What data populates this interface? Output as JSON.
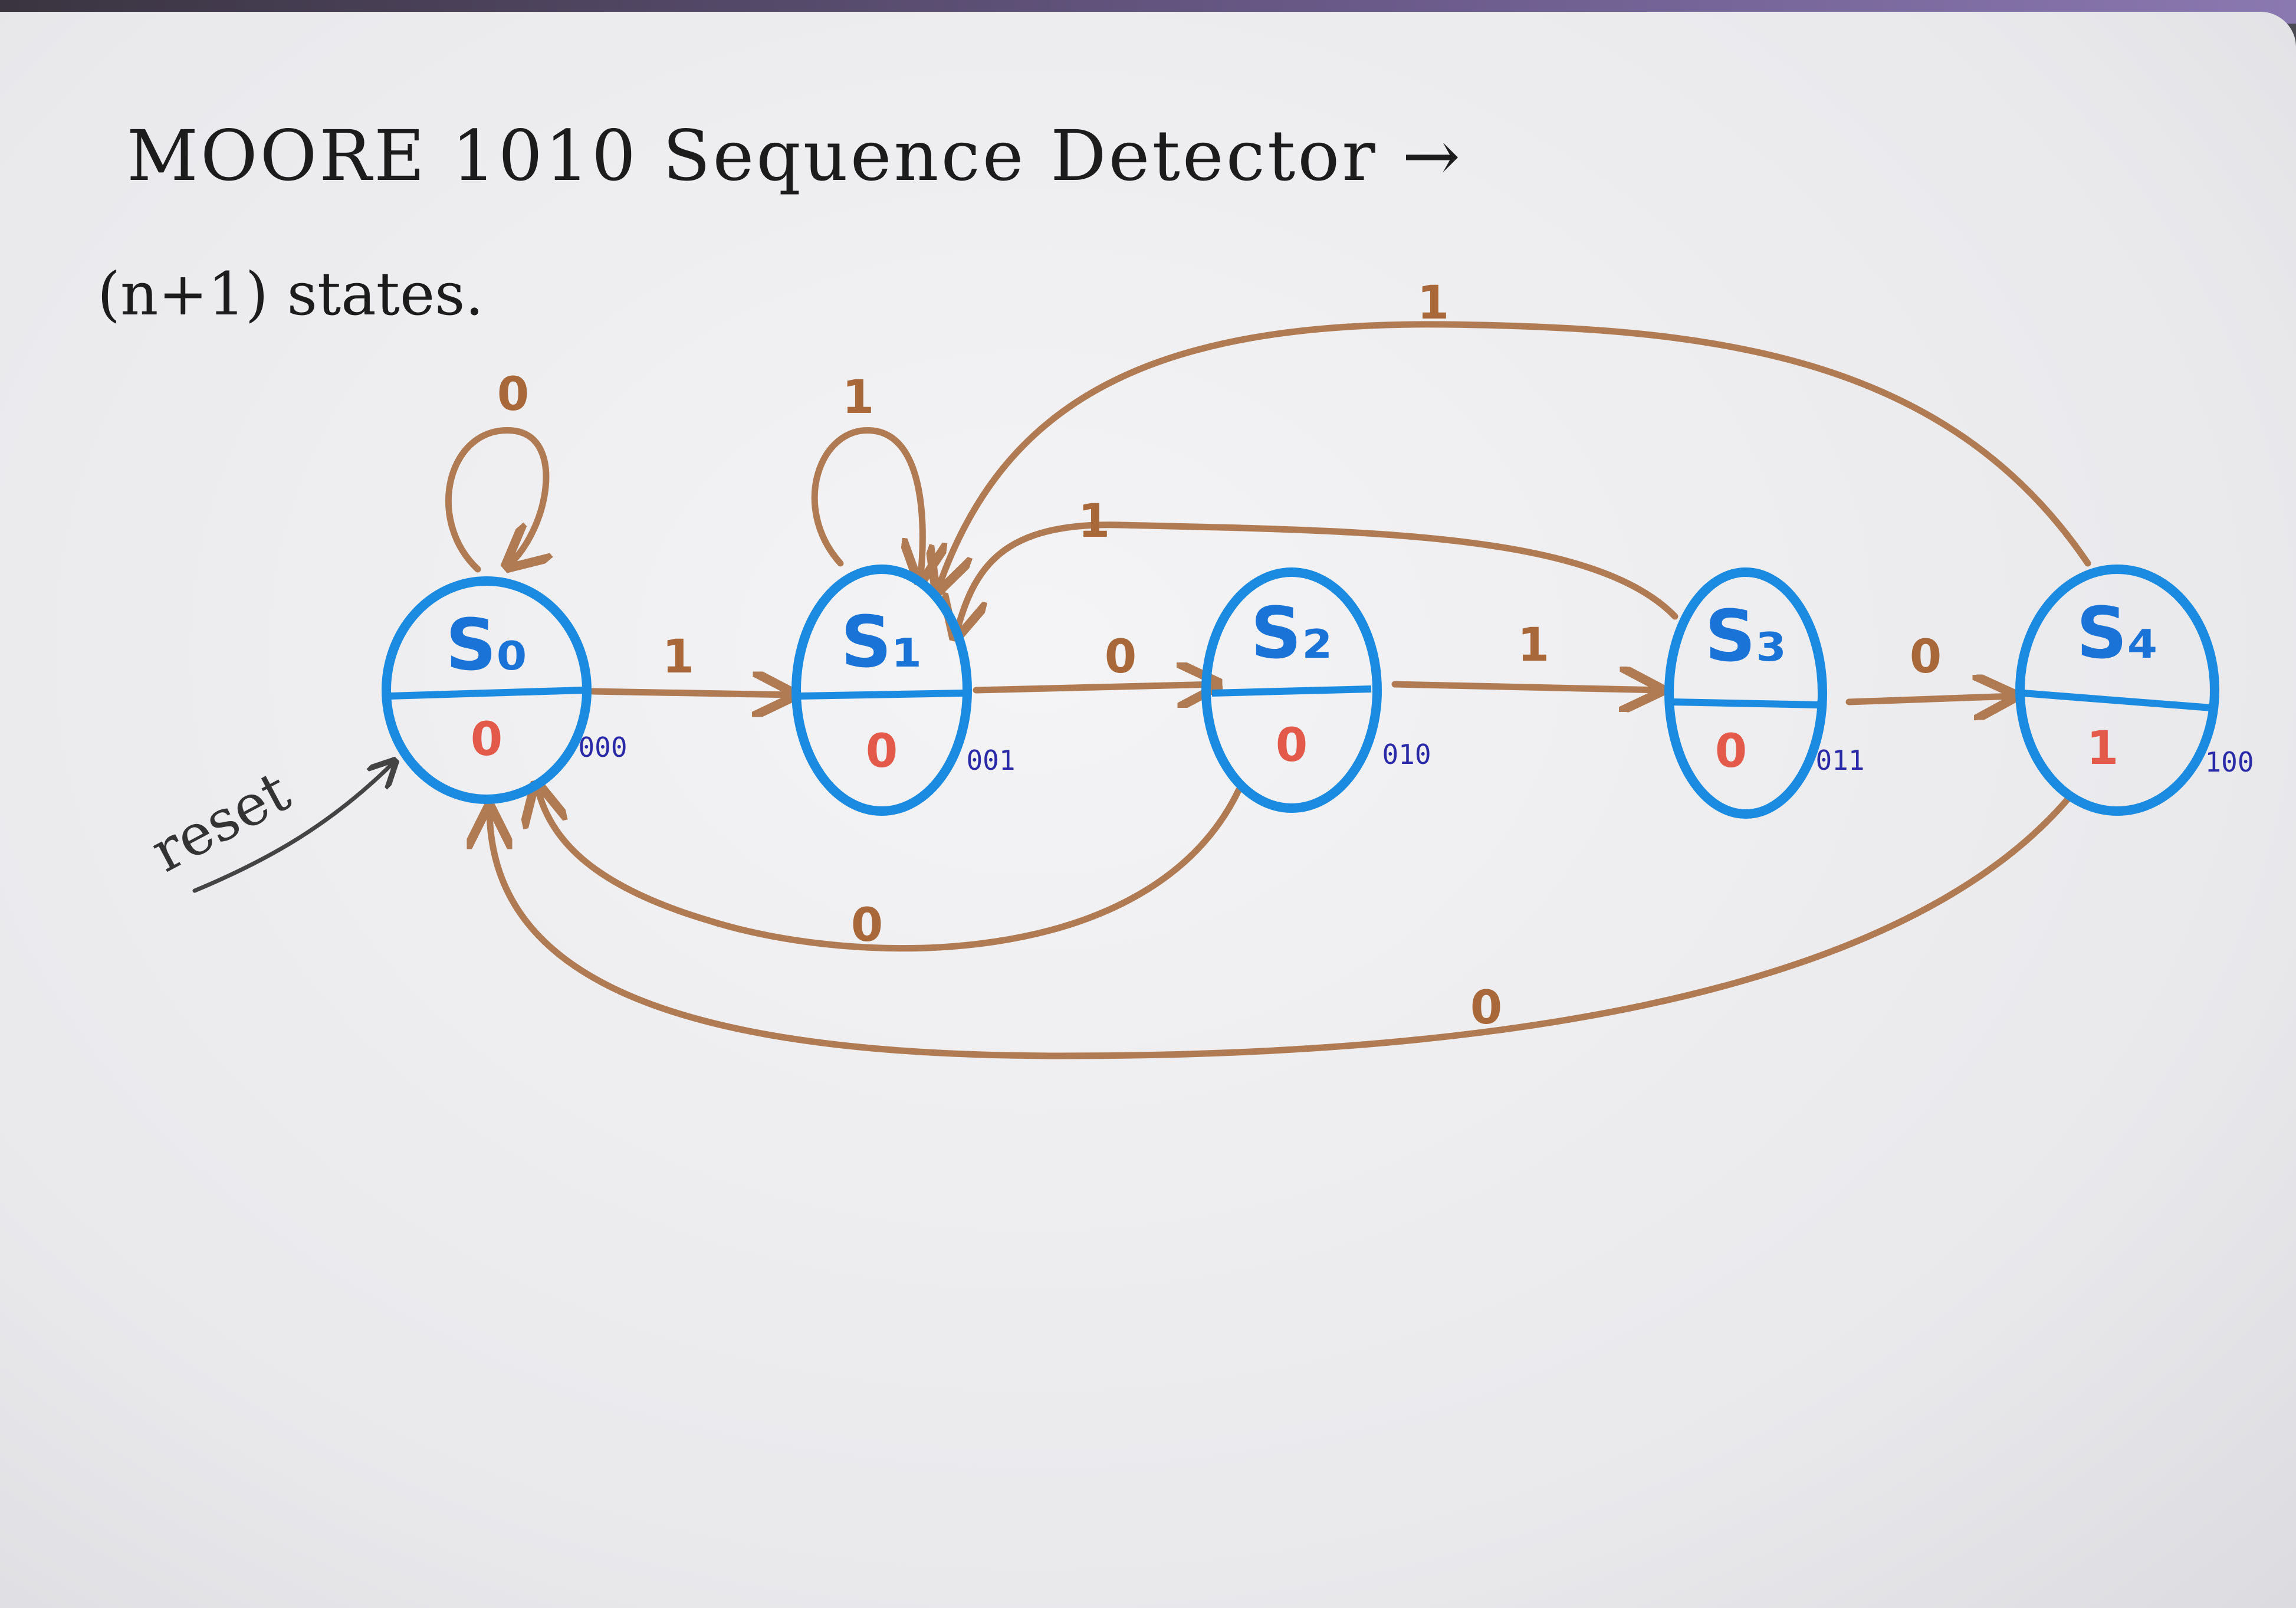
{
  "title": "MOORE 1010 Sequence Detector →",
  "subtitle": "(n+1) states.",
  "reset_label": "reset",
  "colors": {
    "state": "#1a8be0",
    "edge": "#b07a52",
    "output": "#e35a4a",
    "code": "#2a2aa8",
    "ink": "#333333"
  },
  "states": [
    {
      "id": "S0",
      "name": "S₀",
      "output": "0",
      "code": "000"
    },
    {
      "id": "S1",
      "name": "S₁",
      "output": "0",
      "code": "001"
    },
    {
      "id": "S2",
      "name": "S₂",
      "output": "0",
      "code": "010"
    },
    {
      "id": "S3",
      "name": "S₃",
      "output": "0",
      "code": "011"
    },
    {
      "id": "S4",
      "name": "S₄",
      "output": "1",
      "code": "100"
    }
  ],
  "transitions": [
    {
      "from": "S0",
      "to": "S0",
      "input": "0"
    },
    {
      "from": "S0",
      "to": "S1",
      "input": "1"
    },
    {
      "from": "S1",
      "to": "S1",
      "input": "1"
    },
    {
      "from": "S1",
      "to": "S2",
      "input": "0"
    },
    {
      "from": "S2",
      "to": "S3",
      "input": "1"
    },
    {
      "from": "S3",
      "to": "S4",
      "input": "0"
    },
    {
      "from": "S3",
      "to": "S1",
      "input": "1"
    },
    {
      "from": "S4",
      "to": "S1",
      "input": "1"
    },
    {
      "from": "S2",
      "to": "S0",
      "input": "0"
    },
    {
      "from": "S4",
      "to": "S0",
      "input": "0"
    }
  ]
}
